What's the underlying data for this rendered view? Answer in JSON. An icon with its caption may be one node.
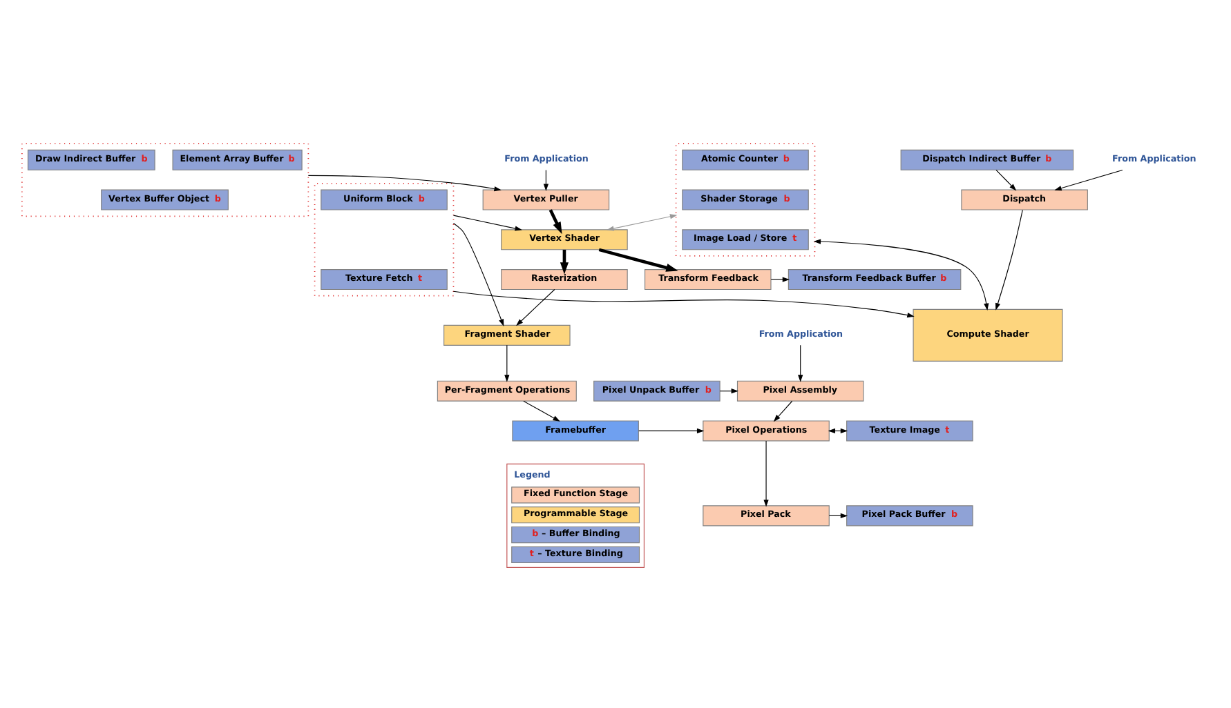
{
  "diagram": {
    "nodes": [
      {
        "text": [],
        "shape": "box"
      },
      {
        "text": [
          "Element Array Buffer b"
        ],
        "in": 0
      },
      {
        "text": [
          "Draw Indirect Buffer b"
        ],
        "in": 0
      },
      {
        "text": [
          "Vertex Buffer Object b"
        ],
        "in": 0
      },
      {
        "text": [
          "From Application"
        ]
      },
      {
        "text": [
          "Vertex Puller"
        ]
      },
      {
        "text": [
          "Vertex Shader"
        ]
      },
      {
        "text": [
          "Transform Feedback Buffer b"
        ]
      },
      {
        "text": [
          "Transform Feedback"
        ]
      },
      {
        "text": [
          "Rasterization"
        ]
      },
      {
        "text": [
          "Fragment Shader"
        ]
      },
      {
        "text": [
          "Per-Fragment Operations"
        ]
      },
      {
        "text": [
          "Framebuffer"
        ]
      },
      {
        "text": [
          "From Application"
        ]
      },
      {
        "text": [
          "Dispatch Indirect Buffer b"
        ]
      },
      {
        "text": [
          "Dispatch"
        ]
      },
      {
        "text": [
          "Compute Shader"
        ]
      },
      {
        "text": [],
        "shape": "box"
      },
      {
        "text": [
          "Image Load / Store t"
        ],
        "in": 17
      },
      {
        "text": [
          "Atomic Counter b"
        ],
        "in": 17
      },
      {
        "text": [
          "Shader Storage b"
        ],
        "in": 17
      },
      {
        "text": [],
        "shape": "box"
      },
      {
        "text": [
          "Texture Fetch t"
        ],
        "in": 21
      },
      {
        "text": [
          "Uniform Block b"
        ],
        "in": 21
      },
      {
        "text": [
          "From Application"
        ]
      },
      {
        "text": [
          "Pixel Assembly"
        ]
      },
      {
        "text": [
          "Pixel Operations"
        ]
      },
      {
        "text": [
          "Pixel Pack"
        ]
      },
      {
        "text": [
          "Pixel Unpack Buffer b"
        ]
      },
      {
        "text": [
          "Texture Image t"
        ]
      },
      {
        "text": [
          "Pixel Pack Buffer b"
        ]
      }
    ],
    "edges": [
      {
        "from": 0,
        "to": 5,
        "arrow": "to"
      },
      {
        "from": 4,
        "to": 5,
        "arrow": "to"
      },
      {
        "from": 5,
        "to": 6,
        "arrow": "to",
        "style": "thick"
      },
      {
        "from": 6,
        "to": 8,
        "arrow": "to",
        "style": "thick"
      },
      {
        "from": 6,
        "to": 9,
        "arrow": "to",
        "style": "thick"
      },
      {
        "from": 8,
        "to": 7,
        "arrow": "to"
      },
      {
        "from": 9,
        "to": 10,
        "arrow": "to"
      },
      {
        "from": 10,
        "to": 11,
        "arrow": "to"
      },
      {
        "from": 11,
        "to": 12,
        "arrow": "to"
      },
      {
        "from": 12,
        "to": 26,
        "arrow": "to"
      },
      {
        "from": 17,
        "to": 6,
        "arrow": "both",
        "color": "#999999"
      },
      {
        "from": 21,
        "to": 6,
        "arrow": "to"
      },
      {
        "from": 21,
        "to": 10,
        "arrow": "to"
      },
      {
        "from": 13,
        "to": 15,
        "arrow": "to"
      },
      {
        "from": 14,
        "to": 15,
        "arrow": "to"
      },
      {
        "from": 15,
        "to": 16,
        "arrow": "to"
      },
      {
        "from": 17,
        "to": 16,
        "arrow": "both"
      },
      {
        "from": 21,
        "to": 16,
        "arrow": "to"
      },
      {
        "from": 24,
        "to": 25,
        "arrow": "to"
      },
      {
        "from": 25,
        "to": 26,
        "arrow": "to"
      },
      {
        "from": 26,
        "to": 27,
        "arrow": "to"
      },
      {
        "from": 28,
        "to": 25,
        "arrow": "to"
      },
      {
        "from": 26,
        "to": 29,
        "arrow": "both"
      },
      {
        "from": 27,
        "to": 30,
        "arrow": "to"
      }
    ],
    "labels": [
      "Legend"
    ],
    "legend": [
      {
        "text": "Fixed Function Stage",
        "color": "#fbcbb0"
      },
      {
        "text": "Programmable Stage",
        "color": "#fdd57e"
      },
      {
        "text": "b – Buffer Binding",
        "color": "#8fa2d6"
      },
      {
        "text": "t – Texture Binding",
        "color": "#8fa2d6"
      }
    ]
  }
}
